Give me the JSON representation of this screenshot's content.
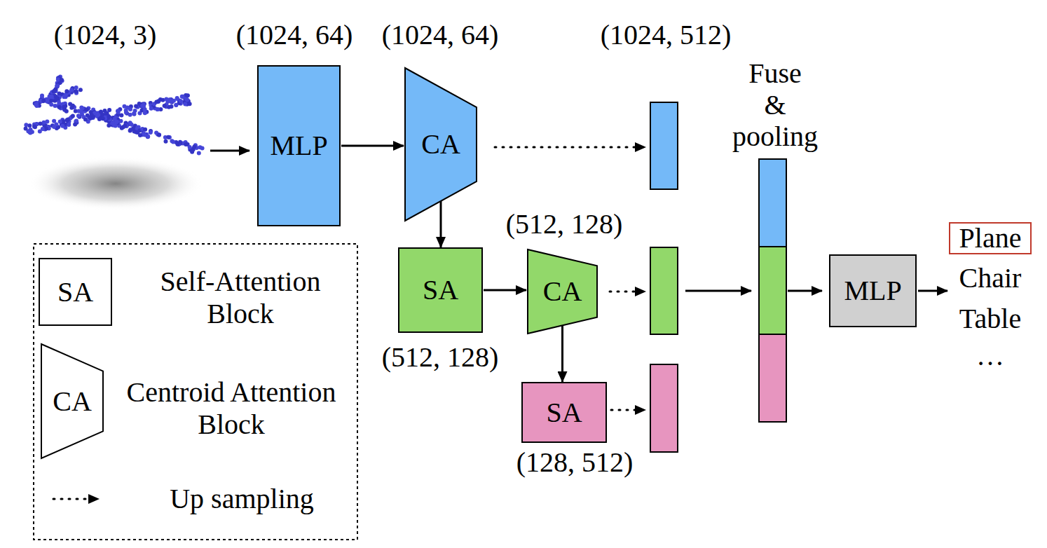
{
  "diagram": {
    "nodes": [
      {
        "text": [
          "MLP"
        ]
      },
      {
        "text": [
          "CA"
        ]
      },
      {
        "text": [
          "SA"
        ]
      },
      {
        "text": [
          "CA"
        ]
      },
      {
        "text": [
          "SA"
        ]
      },
      {
        "text": [
          "MLP"
        ]
      },
      {
        "text": [
          "SA"
        ]
      },
      {
        "text": [
          "CA"
        ]
      }
    ],
    "edges": [
      {
        "from": 0,
        "to": 1,
        "arrow": "to"
      },
      {
        "from": 1,
        "to": 2,
        "arrow": "to"
      },
      {
        "from": 2,
        "to": 3,
        "arrow": "to"
      },
      {
        "from": 3,
        "to": 4,
        "arrow": "to"
      }
    ],
    "labels": [
      "(1024, 3)",
      "(1024, 64)",
      "(1024, 64)",
      "(1024, 512)",
      "Fuse & pooling",
      "(512, 128)",
      "(512, 128)",
      "(128, 512)",
      "Plane",
      "Chair",
      "Table",
      "…"
    ],
    "legend": [
      {
        "text": "Self-Attention Block"
      },
      {
        "text": "Centroid Attention Block"
      },
      {
        "text": "Up sampling"
      }
    ]
  }
}
